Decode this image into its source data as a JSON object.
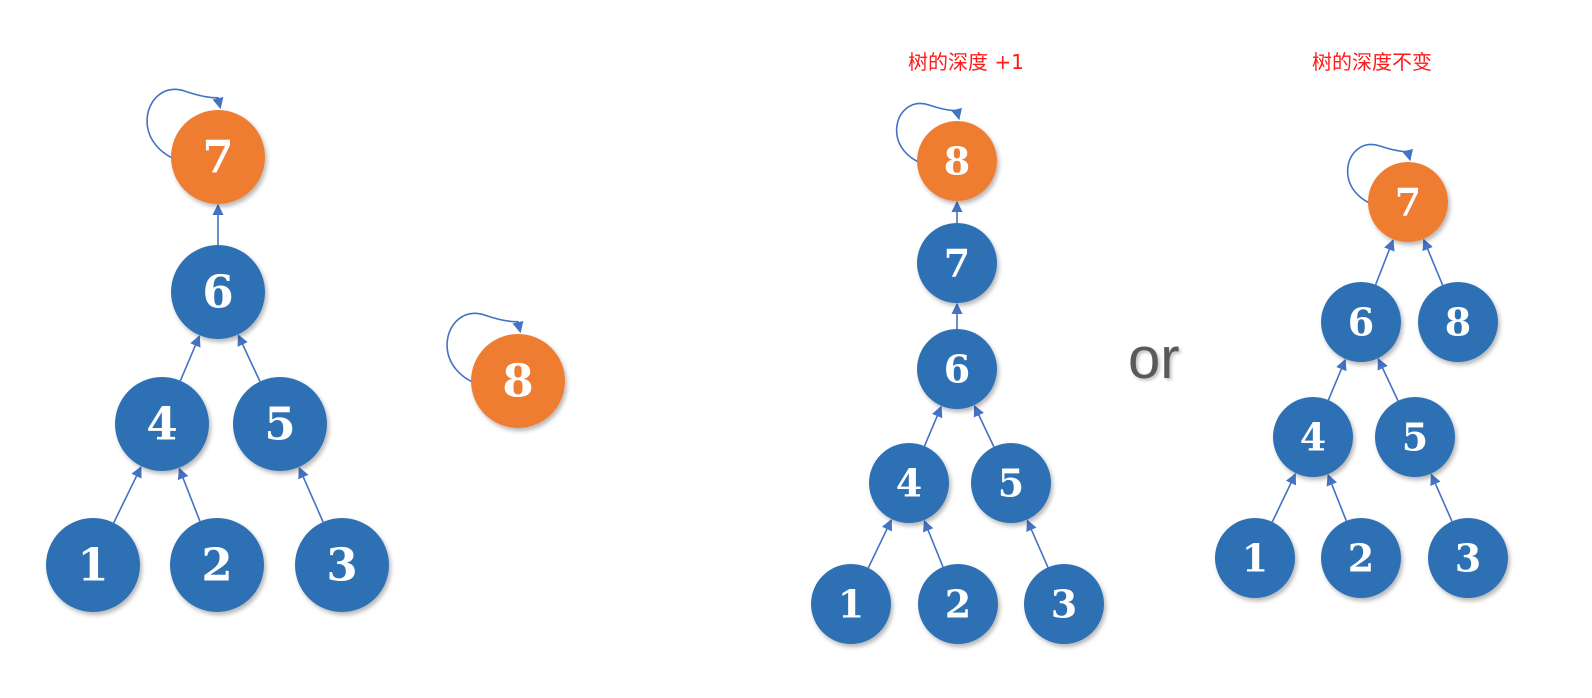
{
  "colors": {
    "parent_node": "#ee7d31",
    "child_node": "#2e70b4",
    "edge": "#4472c4",
    "caption": "#ff1a1a",
    "or_text": "#5a5a5a"
  },
  "captions": {
    "middle": "树的深度  +1",
    "right": "树的深度不变"
  },
  "separator": "or",
  "trees": [
    {
      "id": "left-tree",
      "nodes": [
        {
          "id": "l7",
          "label": "7",
          "role": "root"
        },
        {
          "id": "l6",
          "label": "6"
        },
        {
          "id": "l4",
          "label": "4"
        },
        {
          "id": "l5",
          "label": "5"
        },
        {
          "id": "l1",
          "label": "1"
        },
        {
          "id": "l2",
          "label": "2"
        },
        {
          "id": "l3",
          "label": "3"
        }
      ],
      "edges": [
        [
          "l6",
          "l7"
        ],
        [
          "l4",
          "l6"
        ],
        [
          "l5",
          "l6"
        ],
        [
          "l1",
          "l4"
        ],
        [
          "l2",
          "l4"
        ],
        [
          "l3",
          "l5"
        ]
      ]
    },
    {
      "id": "lone-tree",
      "nodes": [
        {
          "id": "s8",
          "label": "8",
          "role": "root"
        }
      ],
      "edges": []
    },
    {
      "id": "middle-tree",
      "nodes": [
        {
          "id": "m8",
          "label": "8",
          "role": "root"
        },
        {
          "id": "m7",
          "label": "7"
        },
        {
          "id": "m6",
          "label": "6"
        },
        {
          "id": "m4",
          "label": "4"
        },
        {
          "id": "m5",
          "label": "5"
        },
        {
          "id": "m1",
          "label": "1"
        },
        {
          "id": "m2",
          "label": "2"
        },
        {
          "id": "m3",
          "label": "3"
        }
      ],
      "edges": [
        [
          "m7",
          "m8"
        ],
        [
          "m6",
          "m7"
        ],
        [
          "m4",
          "m6"
        ],
        [
          "m5",
          "m6"
        ],
        [
          "m1",
          "m4"
        ],
        [
          "m2",
          "m4"
        ],
        [
          "m3",
          "m5"
        ]
      ]
    },
    {
      "id": "right-tree",
      "nodes": [
        {
          "id": "r7",
          "label": "7",
          "role": "root"
        },
        {
          "id": "r6",
          "label": "6"
        },
        {
          "id": "r8",
          "label": "8"
        },
        {
          "id": "r4",
          "label": "4"
        },
        {
          "id": "r5",
          "label": "5"
        },
        {
          "id": "r1",
          "label": "1"
        },
        {
          "id": "r2",
          "label": "2"
        },
        {
          "id": "r3",
          "label": "3"
        }
      ],
      "edges": [
        [
          "r6",
          "r7"
        ],
        [
          "r8",
          "r7"
        ],
        [
          "r4",
          "r6"
        ],
        [
          "r5",
          "r6"
        ],
        [
          "r1",
          "r4"
        ],
        [
          "r2",
          "r4"
        ],
        [
          "r3",
          "r5"
        ]
      ]
    }
  ]
}
